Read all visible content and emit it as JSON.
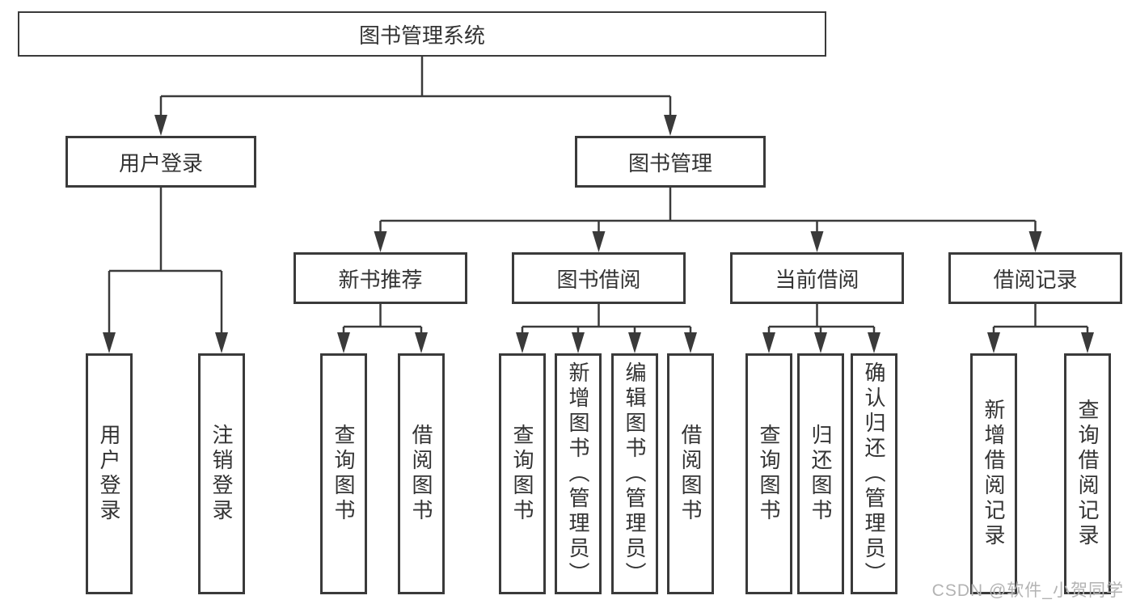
{
  "colors": {
    "line": "#3a3a3a",
    "text": "#333333",
    "watermark": "#b3b3b3",
    "background": "#ffffff"
  },
  "watermark": {
    "text": "CSDN @软件_小贺同学"
  },
  "diagram": {
    "root": {
      "label": "图书管理系统",
      "children": [
        {
          "label": "用户登录",
          "children": [
            {
              "label": "用户登录"
            },
            {
              "label": "注销登录"
            }
          ]
        },
        {
          "label": "图书管理",
          "children": [
            {
              "label": "新书推荐",
              "children": [
                {
                  "label": "查询图书"
                },
                {
                  "label": "借阅图书"
                }
              ]
            },
            {
              "label": "图书借阅",
              "children": [
                {
                  "label": "查询图书"
                },
                {
                  "label": "新增图书（管理员）"
                },
                {
                  "label": "编辑图书（管理员）"
                },
                {
                  "label": "借阅图书"
                }
              ]
            },
            {
              "label": "当前借阅",
              "children": [
                {
                  "label": "查询图书"
                },
                {
                  "label": "归还图书"
                },
                {
                  "label": "确认归还（管理员）"
                }
              ]
            },
            {
              "label": "借阅记录",
              "children": [
                {
                  "label": "新增借阅记录"
                },
                {
                  "label": "查询借阅记录"
                }
              ]
            }
          ]
        }
      ]
    }
  }
}
